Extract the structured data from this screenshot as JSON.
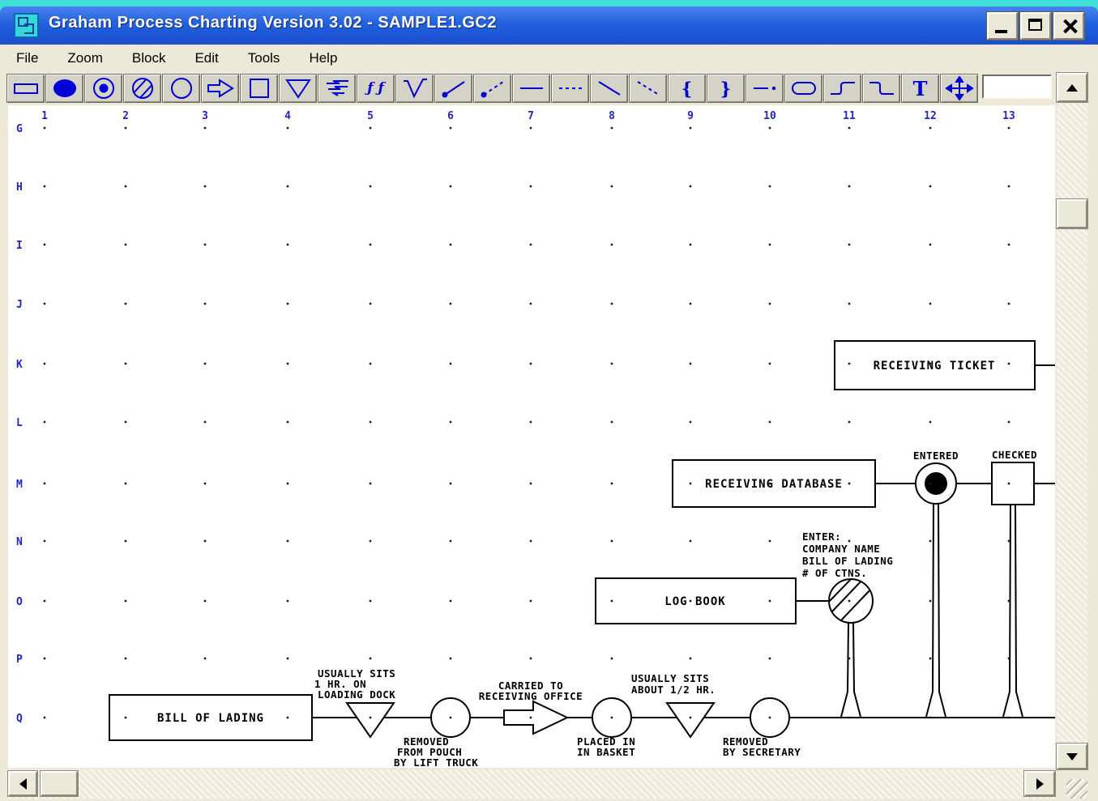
{
  "window": {
    "title": "Graham Process Charting Version 3.02 - SAMPLE1.GC2",
    "controls": [
      "minimize",
      "maximize",
      "close"
    ]
  },
  "menu": {
    "items": [
      "File",
      "Zoom",
      "Block",
      "Edit",
      "Tools",
      "Help"
    ]
  },
  "toolbar": {
    "buttons": [
      "rectangle",
      "filled-ellipse",
      "target-circle",
      "hatched-circle",
      "circle",
      "arrow-right",
      "square",
      "triangle-down",
      "correction-lines",
      "ff",
      "v-check",
      "line-rise-dot",
      "line-rise-dot-dashed",
      "line-horizontal",
      "line-horizontal-dashed",
      "line-diagonal",
      "line-diagonal-dashed",
      "brace-left",
      "brace-right",
      "line-dash-dot",
      "stadium",
      "jog-up",
      "jog-down",
      "text-tool",
      "move"
    ],
    "glyphs": {
      "ff": "ƒ ƒ",
      "brace_left": "{",
      "brace_right": "}",
      "text_tool": "T"
    },
    "input_value": ""
  },
  "canvas": {
    "grid": {
      "columns": [
        "1",
        "2",
        "3",
        "4",
        "5",
        "6",
        "7",
        "8",
        "9",
        "10",
        "11",
        "12",
        "13"
      ],
      "col_x": [
        55,
        155,
        253,
        355,
        457,
        556,
        655,
        755,
        852,
        950,
        1048,
        1148,
        1245
      ],
      "rows": [
        "G",
        "H",
        "I",
        "J",
        "K",
        "L",
        "M",
        "N",
        "O",
        "P",
        "Q"
      ],
      "row_y": [
        158,
        230,
        302,
        375,
        449,
        521,
        597,
        668,
        742,
        813,
        886
      ]
    },
    "boxes": {
      "receiving_ticket": "RECEIVING TICKET",
      "receiving_database": "RECEIVING DATABASE",
      "log_book": "LOG BOOK",
      "bill_of_lading": "BILL OF LADING"
    },
    "labels": {
      "entered": "ENTERED",
      "checked": "CHECKED",
      "enter_note": [
        "ENTER:",
        "COMPANY NAME",
        "BILL OF LADING",
        "# OF CTNS."
      ],
      "delay_dock": [
        "USUALLY SITS",
        "1 HR. ON",
        "LOADING DOCK"
      ],
      "removed_pouch": [
        "REMOVED",
        "FROM POUCH",
        "BY LIFT TRUCK"
      ],
      "carried": [
        "CARRIED TO",
        "RECEIVING OFFICE"
      ],
      "placed": [
        "PLACED IN",
        "IN BASKET"
      ],
      "delay_half": [
        "USUALLY SITS",
        "ABOUT 1/2 HR."
      ],
      "removed_secretary": [
        "REMOVED",
        "BY SECRETARY"
      ]
    }
  },
  "colors": {
    "titlebar_blue": "#2161DE",
    "icon_blue": "#0000D6",
    "grid_label_blue": "#2323CC",
    "chrome_beige": "#ECE9D8",
    "line_black": "#000000"
  }
}
